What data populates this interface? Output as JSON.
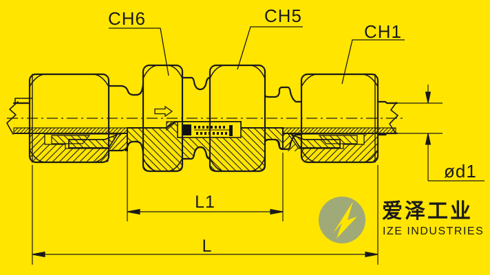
{
  "canvas": {
    "bg": "#FFE500",
    "line_color": "#1A1A1A"
  },
  "labels": {
    "ch6": "CH6",
    "ch5": "CH5",
    "ch1": "CH1"
  },
  "dimensions": {
    "l1": "L1",
    "l": "L",
    "d1": "ød1"
  },
  "icons": {
    "flow_arrow": "right-arrow"
  },
  "logo": {
    "cn": "爱泽工业",
    "en": "IZE INDUSTRIES",
    "circle_color": "#9FAA78",
    "cn_color": "#8F9636",
    "en_color": "#99A26B"
  }
}
